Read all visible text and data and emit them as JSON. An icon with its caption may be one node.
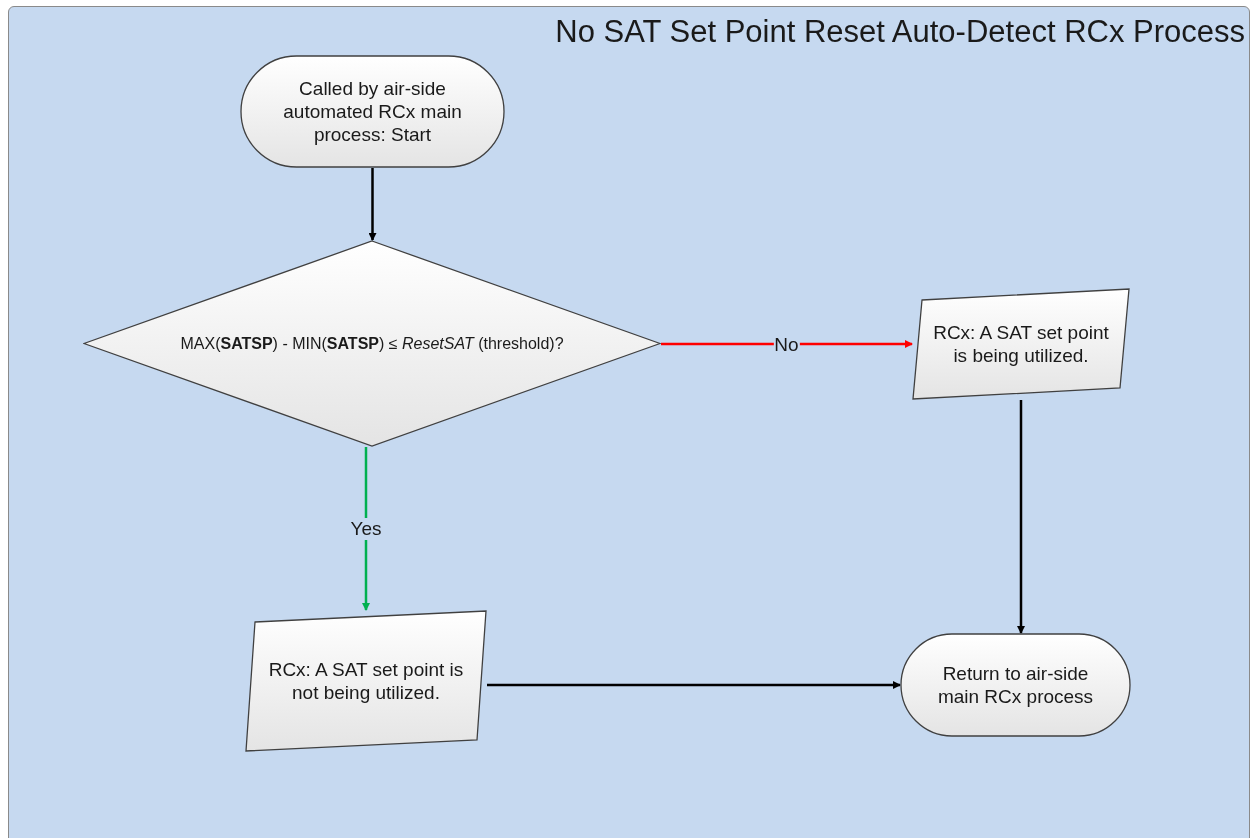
{
  "diagram": {
    "title": "No SAT Set Point Reset Auto-Detect RCx Process",
    "nodes": [
      {
        "text": [
          "Called by air-side automated RCx main process: Start"
        ]
      },
      {
        "text": [
          "MAX(**SATSP**) - MIN(**SATSP**) ≤ *ResetSAT* (threshold)?"
        ]
      },
      {
        "text": [
          "RCx: A SAT set point is being utilized."
        ]
      },
      {
        "text": [
          "RCx: A SAT set point is not being utilized."
        ]
      },
      {
        "text": [
          "Return to air-side main RCx process"
        ]
      }
    ],
    "edges": [
      {
        "from": 0,
        "to": 1,
        "arrow": "to"
      },
      {
        "from": 1,
        "to": 2,
        "arrow": "to",
        "label": "No",
        "color": "#ff0000"
      },
      {
        "from": 1,
        "to": 3,
        "arrow": "to",
        "label": "Yes",
        "color": "#00b050"
      },
      {
        "from": 2,
        "to": 4,
        "arrow": "to"
      },
      {
        "from": 3,
        "to": 4,
        "arrow": "to"
      }
    ]
  }
}
